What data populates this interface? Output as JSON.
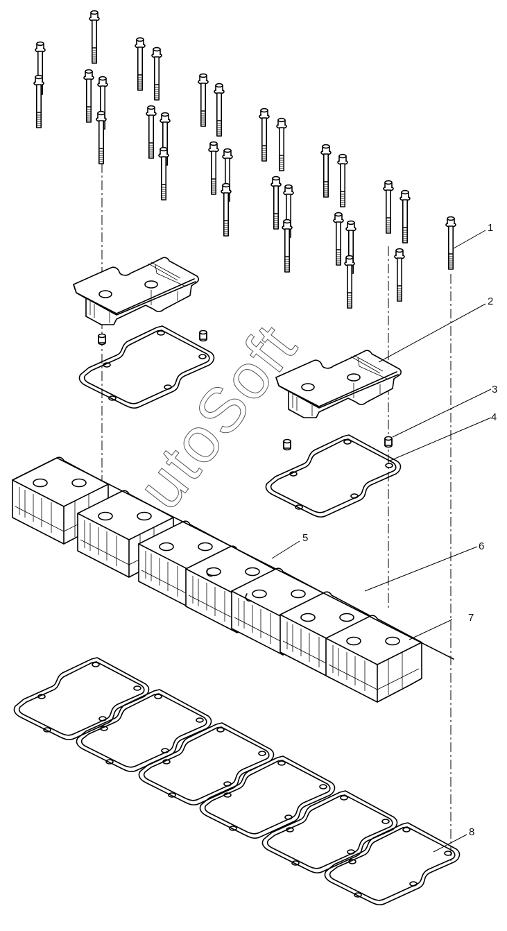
{
  "diagram": {
    "title": "Valve Cover Assembly - Exploded View",
    "watermark": "AutoSoft",
    "callouts": [
      {
        "id": "1",
        "label": "1",
        "part": "bolt"
      },
      {
        "id": "2",
        "label": "2",
        "part": "valve-cover"
      },
      {
        "id": "3",
        "label": "3",
        "part": "grommet"
      },
      {
        "id": "4",
        "label": "4",
        "part": "cover-gasket"
      },
      {
        "id": "5",
        "label": "5",
        "part": "cover-bracket"
      },
      {
        "id": "6",
        "label": "6",
        "part": "valve-cover-base"
      },
      {
        "id": "7",
        "label": "7",
        "part": "valve-cover-base-end"
      },
      {
        "id": "8",
        "label": "8",
        "part": "base-gasket"
      }
    ],
    "colors": {
      "line": "#000000",
      "background": "#ffffff",
      "watermark": "#555555"
    }
  }
}
